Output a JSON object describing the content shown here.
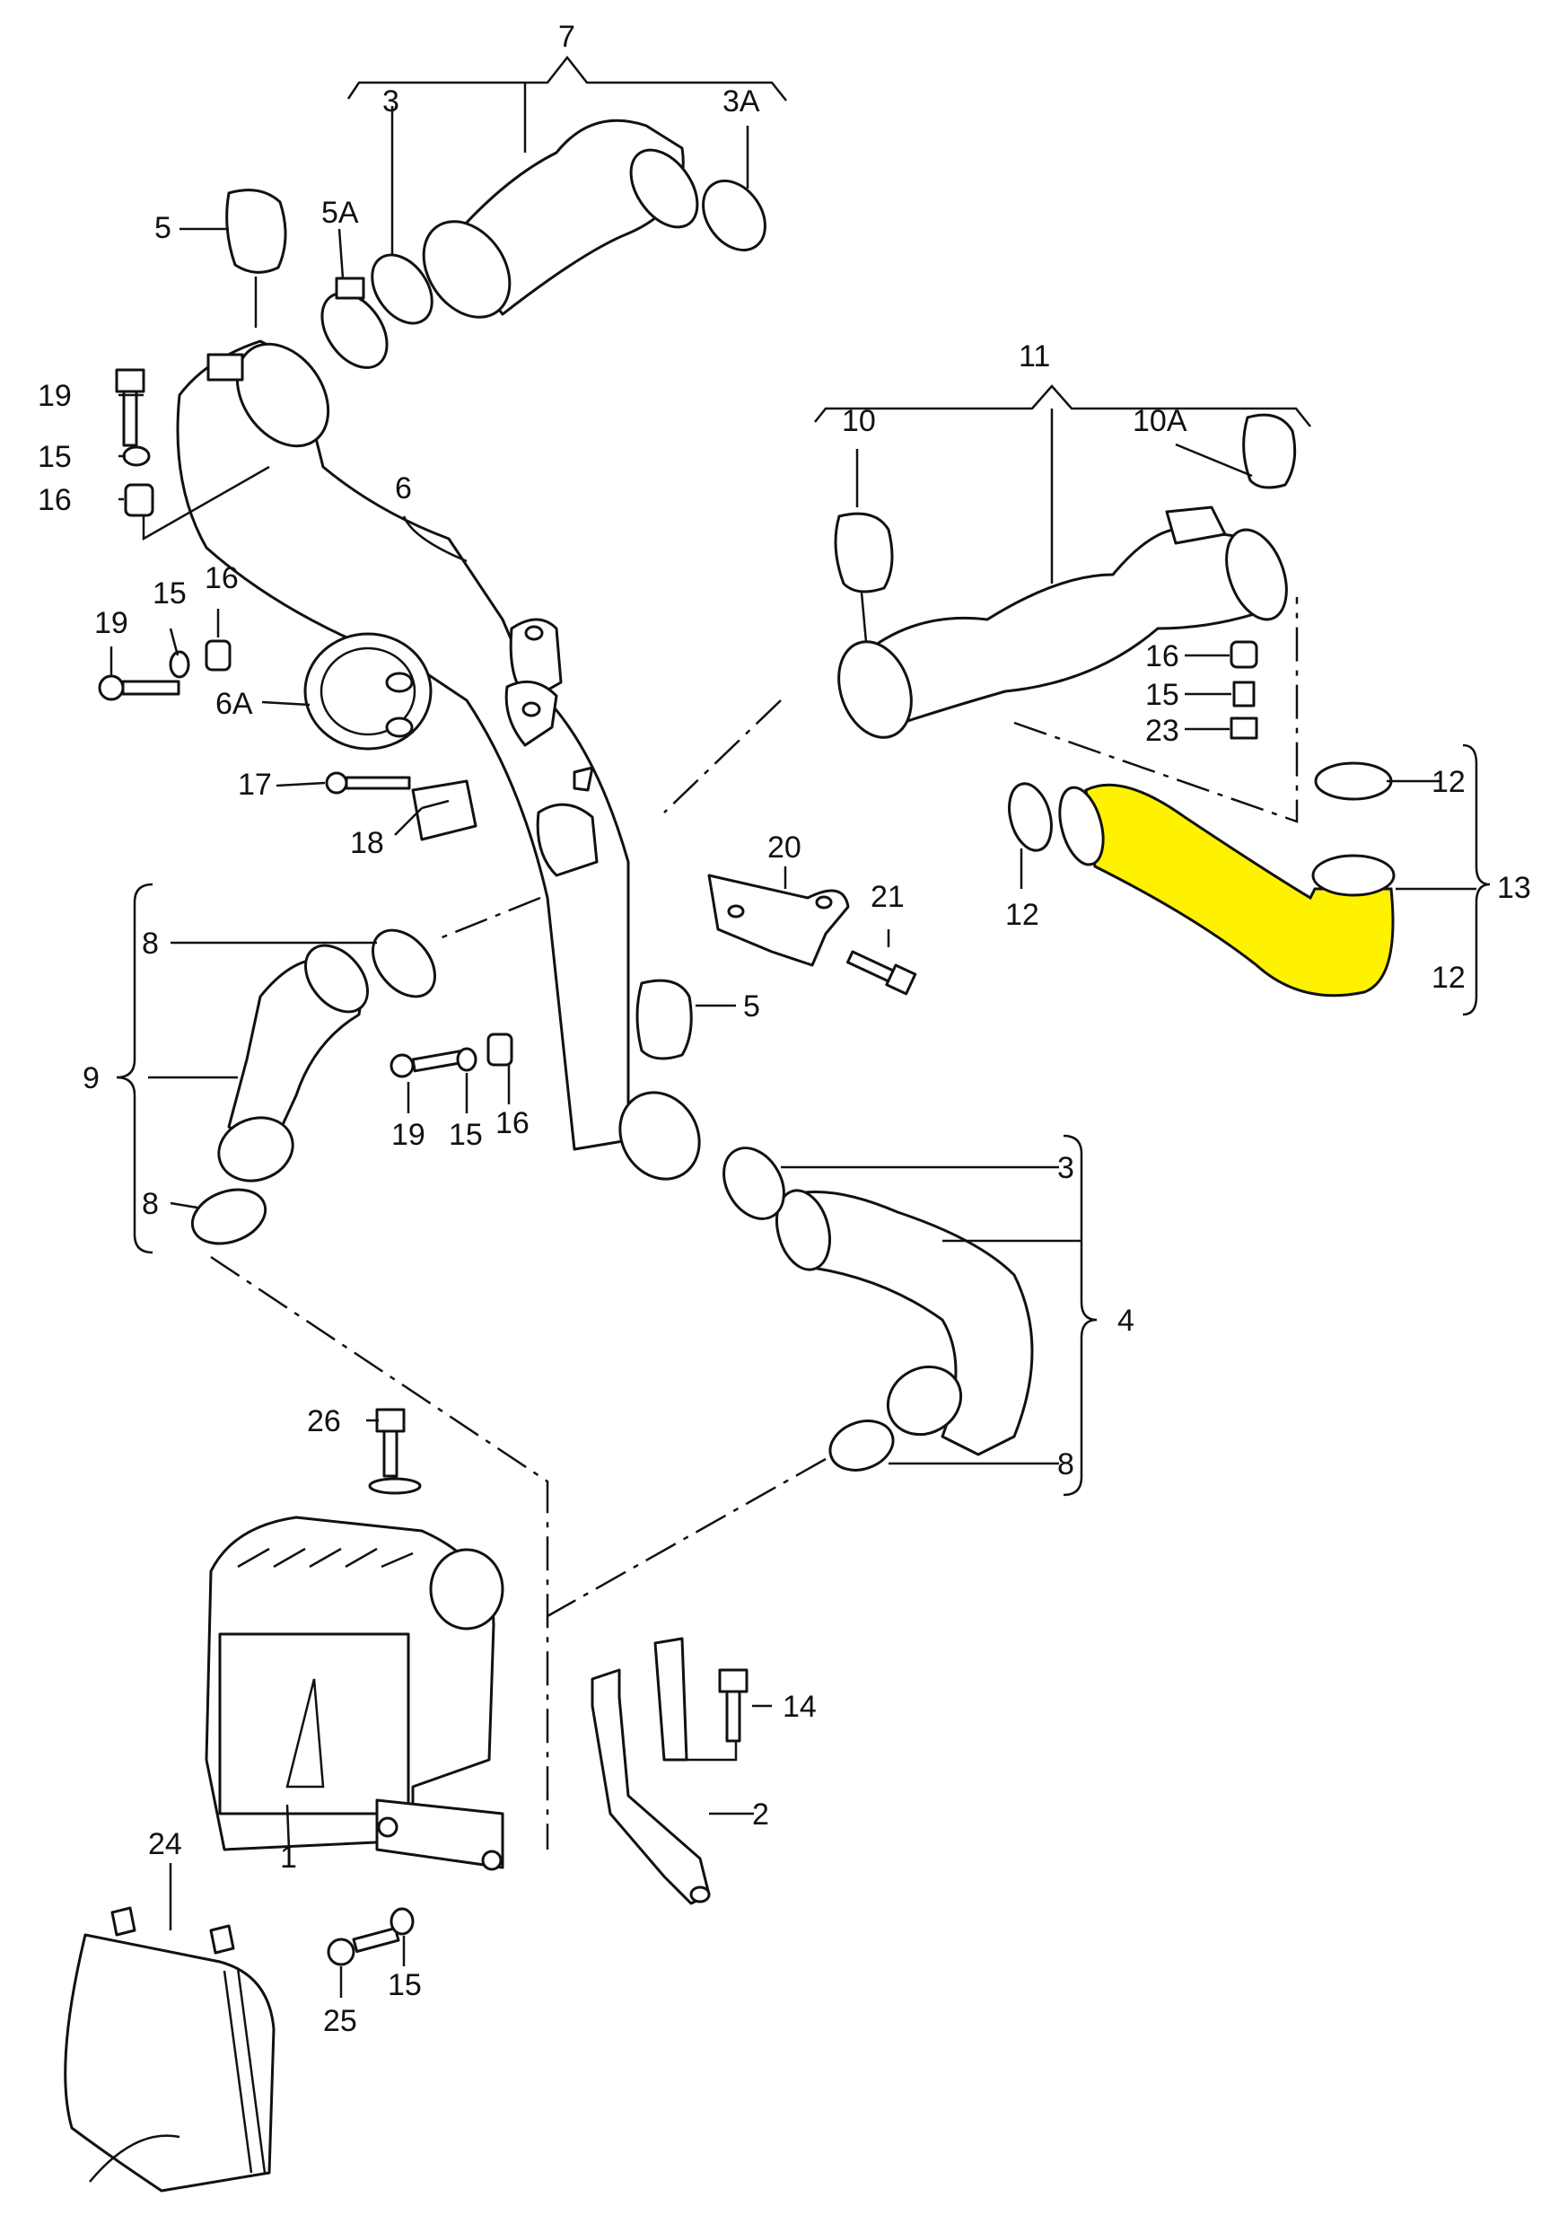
{
  "colors": {
    "highlight": "#fff200",
    "line": "#111111",
    "background": "#ffffff"
  },
  "labels": {
    "l7": "7",
    "l3_top": "3",
    "l3A": "3A",
    "l5_top": "5",
    "l5A": "5A",
    "l19_a": "19",
    "l15_a": "15",
    "l16_a": "16",
    "l6": "6",
    "l15_b": "15",
    "l16_b": "16",
    "l19_b": "19",
    "l6A": "6A",
    "l17": "17",
    "l18": "18",
    "l11": "11",
    "l10": "10",
    "l10A": "10A",
    "l16_c": "16",
    "l15_c": "15",
    "l23": "23",
    "l12_a": "12",
    "l12_b": "12",
    "l12_c": "12",
    "l13": "13",
    "l20": "20",
    "l21": "21",
    "l5_mid": "5",
    "l8_a": "8",
    "l9": "9",
    "l8_b": "8",
    "l19_c": "19",
    "l15_d": "15",
    "l16_d": "16",
    "l3_mid": "3",
    "l4": "4",
    "l8_c": "8",
    "l26": "26",
    "l14": "14",
    "l2": "2",
    "l1": "1",
    "l24": "24",
    "l25": "25",
    "l15_e": "15"
  }
}
